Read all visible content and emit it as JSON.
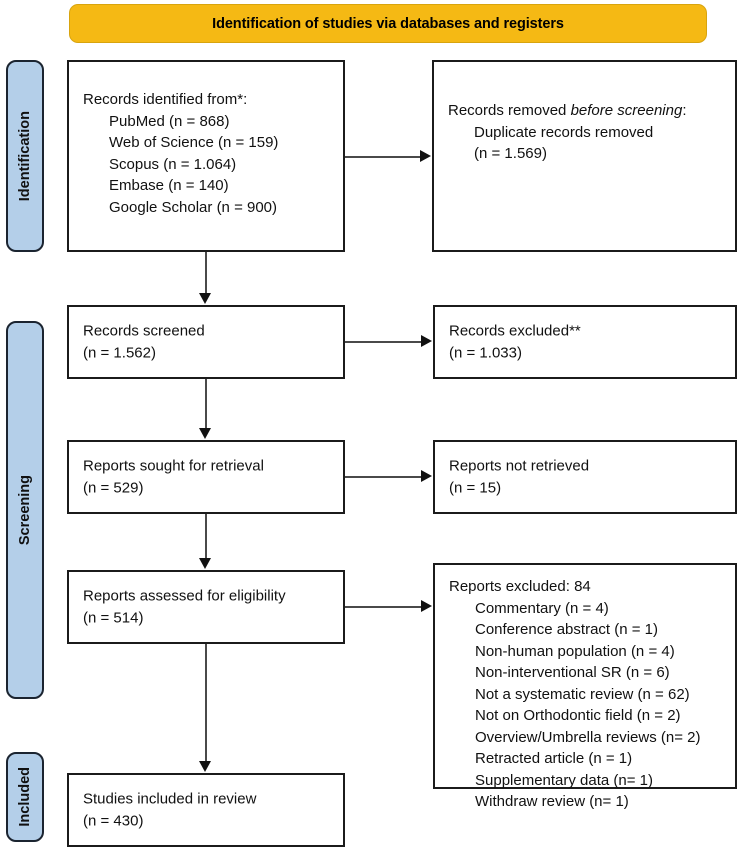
{
  "banner": {
    "title": "Identification of studies via databases and registers"
  },
  "phases": [
    {
      "id": "identification",
      "label": "Identification"
    },
    {
      "id": "screening",
      "label": "Screening"
    },
    {
      "id": "included",
      "label": "Included"
    }
  ],
  "boxes": {
    "records_identified": {
      "heading": "Records identified from*:",
      "items": [
        "PubMed (n = 868)",
        "Web of Science (n = 159)",
        "Scopus (n = 1.064)",
        "Embase (n = 140)",
        "Google Scholar (n = 900)"
      ]
    },
    "records_removed": {
      "heading_pre": "Records removed ",
      "heading_italic": "before screening",
      "heading_post": ":",
      "items": [
        "Duplicate records removed",
        "(n = 1.569)"
      ]
    },
    "records_screened": {
      "line1": "Records screened",
      "line2": "(n = 1.562)"
    },
    "records_excluded": {
      "line1": "Records excluded**",
      "line2": "(n = 1.033)"
    },
    "reports_sought": {
      "line1": "Reports sought for retrieval",
      "line2": "(n = 529)"
    },
    "reports_not_retrieved": {
      "line1": "Reports not retrieved",
      "line2": "(n = 15)"
    },
    "reports_assessed": {
      "line1": "Reports assessed for eligibility",
      "line2": "(n = 514)"
    },
    "reports_excluded": {
      "heading": "Reports excluded: 84",
      "items": [
        "Commentary (n = 4)",
        "Conference abstract (n = 1)",
        "Non-human population (n = 4)",
        "Non-interventional SR (n = 6)",
        "Not a systematic review (n = 62)",
        "Not on Orthodontic field (n = 2)",
        "Overview/Umbrella reviews (n= 2)",
        "Retracted article (n = 1)",
        "Supplementary data (n= 1)",
        "Withdraw review (n= 1)"
      ]
    },
    "studies_included": {
      "line1": "Studies included in review",
      "line2": "(n = 430)"
    }
  },
  "colors": {
    "banner_fill": "#f5b914",
    "phase_fill": "#b4cfe9",
    "box_border": "#1b1b1b",
    "arrow": "#111111"
  }
}
